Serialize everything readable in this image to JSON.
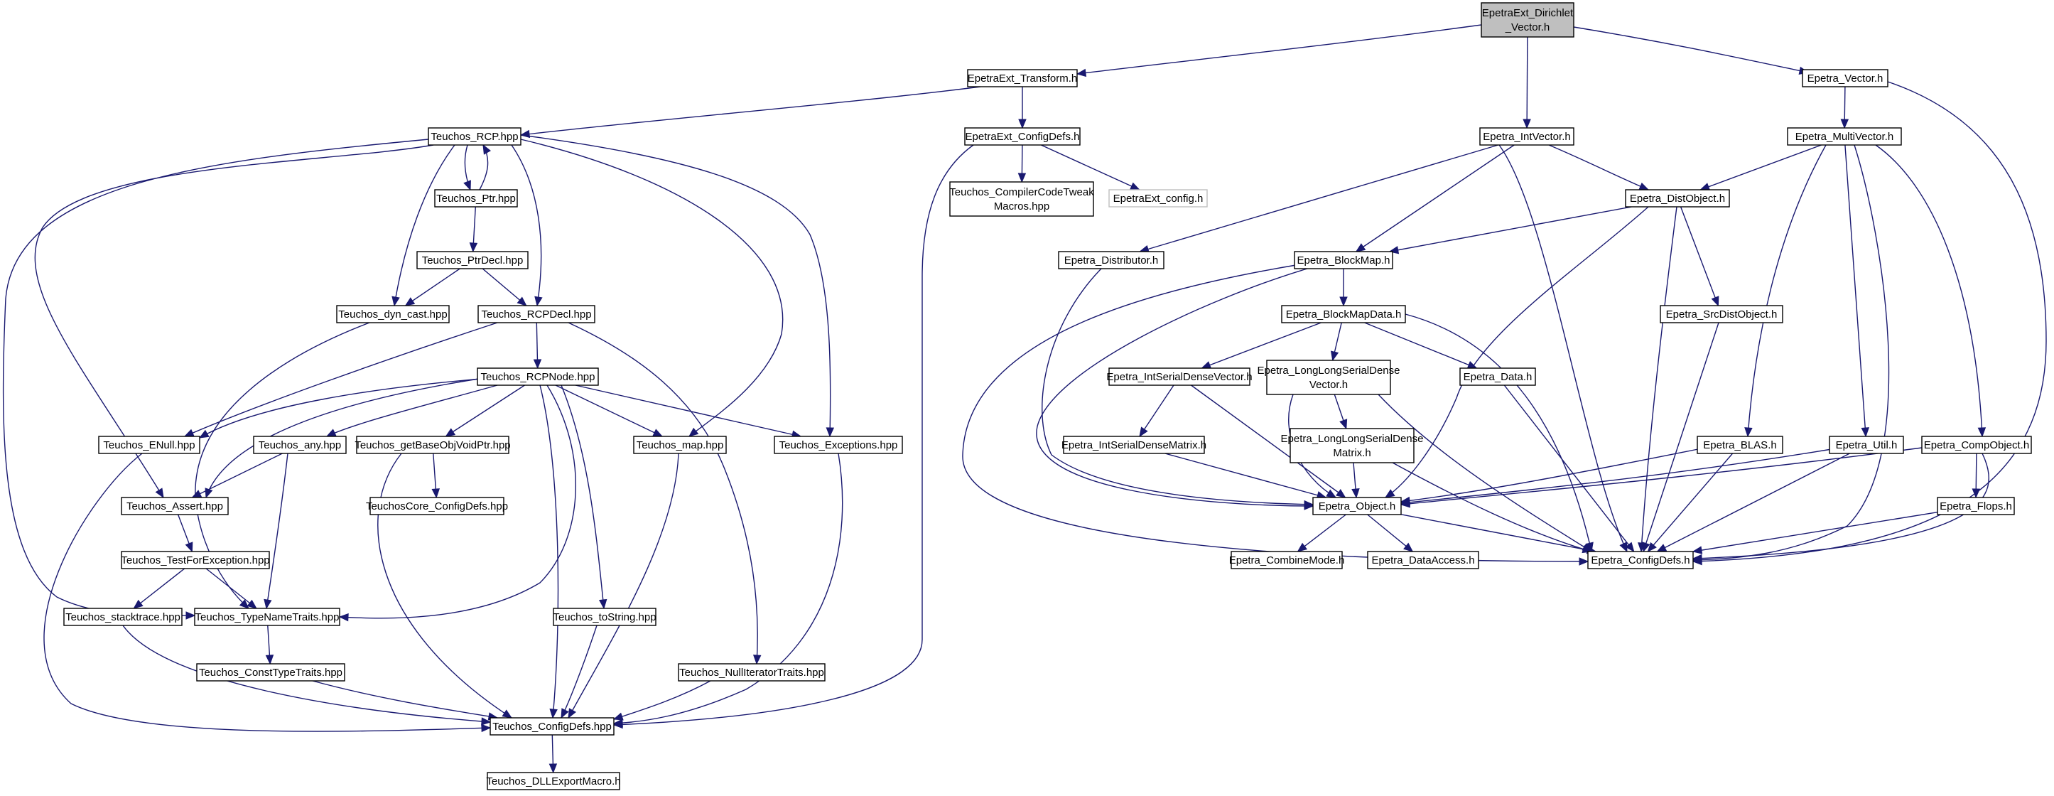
{
  "diagram": {
    "type": "include-dependency-graph",
    "nodes": [
      {
        "id": "root",
        "label": [
          "EpetraExt_Dirichlet",
          "_Vector.h"
        ],
        "kind": "root"
      },
      {
        "id": "epetraext_transform",
        "label": [
          "EpetraExt_Transform.h"
        ]
      },
      {
        "id": "epetra_intvector",
        "label": [
          "Epetra_IntVector.h"
        ]
      },
      {
        "id": "epetra_vector",
        "label": [
          "Epetra_Vector.h"
        ]
      },
      {
        "id": "teuchos_rcp",
        "label": [
          "Teuchos_RCP.hpp"
        ]
      },
      {
        "id": "epetraext_configdefs",
        "label": [
          "EpetraExt_ConfigDefs.h"
        ]
      },
      {
        "id": "epetra_multivector",
        "label": [
          "Epetra_MultiVector.h"
        ]
      },
      {
        "id": "teuchos_ptr",
        "label": [
          "Teuchos_Ptr.hpp"
        ]
      },
      {
        "id": "teuchos_compilercodetweak",
        "label": [
          "Teuchos_CompilerCodeTweak",
          "Macros.hpp"
        ]
      },
      {
        "id": "epetraext_config",
        "label": [
          "EpetraExt_config.h"
        ],
        "kind": "external"
      },
      {
        "id": "epetra_distobject",
        "label": [
          "Epetra_DistObject.h"
        ]
      },
      {
        "id": "teuchos_ptrdecl",
        "label": [
          "Teuchos_PtrDecl.hpp"
        ]
      },
      {
        "id": "epetra_distributor",
        "label": [
          "Epetra_Distributor.h"
        ]
      },
      {
        "id": "epetra_blockmap",
        "label": [
          "Epetra_BlockMap.h"
        ]
      },
      {
        "id": "teuchos_dyn_cast",
        "label": [
          "Teuchos_dyn_cast.hpp"
        ]
      },
      {
        "id": "teuchos_rcpdecl",
        "label": [
          "Teuchos_RCPDecl.hpp"
        ]
      },
      {
        "id": "epetra_blockmapdata",
        "label": [
          "Epetra_BlockMapData.h"
        ]
      },
      {
        "id": "epetra_srcdistobject",
        "label": [
          "Epetra_SrcDistObject.h"
        ]
      },
      {
        "id": "teuchos_rcpnode",
        "label": [
          "Teuchos_RCPNode.hpp"
        ]
      },
      {
        "id": "epetra_intserialdensevector",
        "label": [
          "Epetra_IntSerialDenseVector.h"
        ]
      },
      {
        "id": "epetra_longlongserialdensevector",
        "label": [
          "Epetra_LongLongSerialDense",
          "Vector.h"
        ]
      },
      {
        "id": "epetra_data",
        "label": [
          "Epetra_Data.h"
        ]
      },
      {
        "id": "teuchos_enull",
        "label": [
          "Teuchos_ENull.hpp"
        ]
      },
      {
        "id": "teuchos_any",
        "label": [
          "Teuchos_any.hpp"
        ]
      },
      {
        "id": "teuchos_getbaseobjvoidptr",
        "label": [
          "Teuchos_getBaseObjVoidPtr.hpp"
        ]
      },
      {
        "id": "teuchos_map",
        "label": [
          "Teuchos_map.hpp"
        ]
      },
      {
        "id": "teuchos_exceptions",
        "label": [
          "Teuchos_Exceptions.hpp"
        ]
      },
      {
        "id": "epetra_longlongserialdensematrix",
        "label": [
          "Epetra_LongLongSerialDense",
          "Matrix.h"
        ]
      },
      {
        "id": "epetra_intserialdensematrix",
        "label": [
          "Epetra_IntSerialDenseMatrix.h"
        ]
      },
      {
        "id": "epetra_blas",
        "label": [
          "Epetra_BLAS.h"
        ]
      },
      {
        "id": "epetra_util",
        "label": [
          "Epetra_Util.h"
        ]
      },
      {
        "id": "epetra_compobject",
        "label": [
          "Epetra_CompObject.h"
        ]
      },
      {
        "id": "teuchoscore_configdefs",
        "label": [
          "TeuchosCore_ConfigDefs.hpp"
        ]
      },
      {
        "id": "teuchos_assert",
        "label": [
          "Teuchos_Assert.hpp"
        ]
      },
      {
        "id": "epetra_object",
        "label": [
          "Epetra_Object.h"
        ]
      },
      {
        "id": "epetra_flops",
        "label": [
          "Epetra_Flops.h"
        ]
      },
      {
        "id": "teuchos_testforexception",
        "label": [
          "Teuchos_TestForException.hpp"
        ]
      },
      {
        "id": "epetra_combinemode",
        "label": [
          "Epetra_CombineMode.h"
        ]
      },
      {
        "id": "epetra_dataaccess",
        "label": [
          "Epetra_DataAccess.h"
        ]
      },
      {
        "id": "epetra_configdefs",
        "label": [
          "Epetra_ConfigDefs.h"
        ]
      },
      {
        "id": "teuchos_stacktrace",
        "label": [
          "Teuchos_stacktrace.hpp"
        ]
      },
      {
        "id": "teuchos_typenametraits",
        "label": [
          "Teuchos_TypeNameTraits.hpp"
        ]
      },
      {
        "id": "teuchos_tostring",
        "label": [
          "Teuchos_toString.hpp"
        ]
      },
      {
        "id": "teuchos_consttypetraits",
        "label": [
          "Teuchos_ConstTypeTraits.hpp"
        ]
      },
      {
        "id": "teuchos_nulliteratortraits",
        "label": [
          "Teuchos_NullIteratorTraits.hpp"
        ]
      },
      {
        "id": "teuchos_configdefs",
        "label": [
          "Teuchos_ConfigDefs.hpp"
        ]
      },
      {
        "id": "teuchos_dllexportmacro",
        "label": [
          "Teuchos_DLLExportMacro.h"
        ]
      }
    ],
    "edges": [
      [
        "root",
        "epetraext_transform"
      ],
      [
        "root",
        "epetra_intvector"
      ],
      [
        "root",
        "epetra_vector"
      ],
      [
        "epetraext_transform",
        "teuchos_rcp"
      ],
      [
        "epetraext_transform",
        "epetraext_configdefs"
      ],
      [
        "epetraext_configdefs",
        "teuchos_compilercodetweak"
      ],
      [
        "epetraext_configdefs",
        "epetraext_config"
      ],
      [
        "epetraext_configdefs",
        "teuchos_configdefs"
      ],
      [
        "teuchos_rcp",
        "teuchos_ptr"
      ],
      [
        "teuchos_ptr",
        "teuchos_rcp"
      ],
      [
        "teuchos_rcp",
        "teuchos_dyn_cast"
      ],
      [
        "teuchos_rcp",
        "teuchos_rcpdecl"
      ],
      [
        "teuchos_rcp",
        "teuchos_map"
      ],
      [
        "teuchos_rcp",
        "teuchos_exceptions"
      ],
      [
        "teuchos_rcp",
        "teuchos_assert"
      ],
      [
        "teuchos_rcp",
        "teuchos_typenametraits"
      ],
      [
        "teuchos_ptr",
        "teuchos_ptrdecl"
      ],
      [
        "teuchos_ptrdecl",
        "teuchos_dyn_cast"
      ],
      [
        "teuchos_ptrdecl",
        "teuchos_rcpdecl"
      ],
      [
        "teuchos_dyn_cast",
        "teuchos_typenametraits"
      ],
      [
        "teuchos_rcpdecl",
        "teuchos_rcpnode"
      ],
      [
        "teuchos_rcpdecl",
        "teuchos_enull"
      ],
      [
        "teuchos_rcpdecl",
        "teuchos_nulliteratortraits"
      ],
      [
        "teuchos_rcpnode",
        "teuchos_enull"
      ],
      [
        "teuchos_rcpnode",
        "teuchos_any"
      ],
      [
        "teuchos_rcpnode",
        "teuchos_getbaseobjvoidptr"
      ],
      [
        "teuchos_rcpnode",
        "teuchos_map"
      ],
      [
        "teuchos_rcpnode",
        "teuchos_exceptions"
      ],
      [
        "teuchos_rcpnode",
        "teuchos_assert"
      ],
      [
        "teuchos_rcpnode",
        "teuchos_typenametraits"
      ],
      [
        "teuchos_rcpnode",
        "teuchos_tostring"
      ],
      [
        "teuchos_rcpnode",
        "teuchos_configdefs"
      ],
      [
        "teuchos_enull",
        "teuchos_configdefs"
      ],
      [
        "teuchos_any",
        "teuchos_assert"
      ],
      [
        "teuchos_any",
        "teuchos_typenametraits"
      ],
      [
        "teuchos_getbaseobjvoidptr",
        "teuchoscore_configdefs"
      ],
      [
        "teuchos_getbaseobjvoidptr",
        "teuchos_configdefs"
      ],
      [
        "teuchos_map",
        "teuchos_configdefs"
      ],
      [
        "teuchos_exceptions",
        "teuchos_configdefs"
      ],
      [
        "teuchos_assert",
        "teuchos_testforexception"
      ],
      [
        "teuchos_testforexception",
        "teuchos_stacktrace"
      ],
      [
        "teuchos_testforexception",
        "teuchos_typenametraits"
      ],
      [
        "teuchos_stacktrace",
        "teuchos_configdefs"
      ],
      [
        "teuchos_typenametraits",
        "teuchos_consttypetraits"
      ],
      [
        "teuchos_consttypetraits",
        "teuchos_configdefs"
      ],
      [
        "teuchos_tostring",
        "teuchos_configdefs"
      ],
      [
        "teuchos_nulliteratortraits",
        "teuchos_configdefs"
      ],
      [
        "teuchos_configdefs",
        "teuchos_dllexportmacro"
      ],
      [
        "epetra_intvector",
        "epetra_distributor"
      ],
      [
        "epetra_intvector",
        "epetra_blockmap"
      ],
      [
        "epetra_intvector",
        "epetra_distobject"
      ],
      [
        "epetra_intvector",
        "epetra_configdefs"
      ],
      [
        "epetra_vector",
        "epetra_multivector"
      ],
      [
        "epetra_vector",
        "epetra_configdefs"
      ],
      [
        "epetra_multivector",
        "epetra_distobject"
      ],
      [
        "epetra_multivector",
        "epetra_blas"
      ],
      [
        "epetra_multivector",
        "epetra_util"
      ],
      [
        "epetra_multivector",
        "epetra_compobject"
      ],
      [
        "epetra_multivector",
        "epetra_configdefs"
      ],
      [
        "epetra_distobject",
        "epetra_blockmap"
      ],
      [
        "epetra_distobject",
        "epetra_srcdistobject"
      ],
      [
        "epetra_distobject",
        "epetra_object"
      ],
      [
        "epetra_distobject",
        "epetra_configdefs"
      ],
      [
        "epetra_distributor",
        "epetra_object"
      ],
      [
        "epetra_blockmap",
        "epetra_blockmapdata"
      ],
      [
        "epetra_blockmap",
        "epetra_object"
      ],
      [
        "epetra_blockmap",
        "epetra_configdefs"
      ],
      [
        "epetra_blockmapdata",
        "epetra_intserialdensevector"
      ],
      [
        "epetra_blockmapdata",
        "epetra_longlongserialdensevector"
      ],
      [
        "epetra_blockmapdata",
        "epetra_data"
      ],
      [
        "epetra_blockmapdata",
        "epetra_configdefs"
      ],
      [
        "epetra_intserialdensevector",
        "epetra_intserialdensematrix"
      ],
      [
        "epetra_intserialdensevector",
        "epetra_object"
      ],
      [
        "epetra_intserialdensematrix",
        "epetra_object"
      ],
      [
        "epetra_longlongserialdensevector",
        "epetra_longlongserialdensematrix"
      ],
      [
        "epetra_longlongserialdensevector",
        "epetra_object"
      ],
      [
        "epetra_longlongserialdensevector",
        "epetra_configdefs"
      ],
      [
        "epetra_longlongserialdensematrix",
        "epetra_object"
      ],
      [
        "epetra_longlongserialdensematrix",
        "epetra_configdefs"
      ],
      [
        "epetra_data",
        "epetra_configdefs"
      ],
      [
        "epetra_srcdistobject",
        "epetra_configdefs"
      ],
      [
        "epetra_blas",
        "epetra_object"
      ],
      [
        "epetra_blas",
        "epetra_configdefs"
      ],
      [
        "epetra_util",
        "epetra_object"
      ],
      [
        "epetra_util",
        "epetra_configdefs"
      ],
      [
        "epetra_compobject",
        "epetra_object"
      ],
      [
        "epetra_compobject",
        "epetra_flops"
      ],
      [
        "epetra_compobject",
        "epetra_configdefs"
      ],
      [
        "epetra_flops",
        "epetra_configdefs"
      ],
      [
        "epetra_object",
        "epetra_combinemode"
      ],
      [
        "epetra_object",
        "epetra_dataaccess"
      ],
      [
        "epetra_object",
        "epetra_configdefs"
      ]
    ]
  }
}
